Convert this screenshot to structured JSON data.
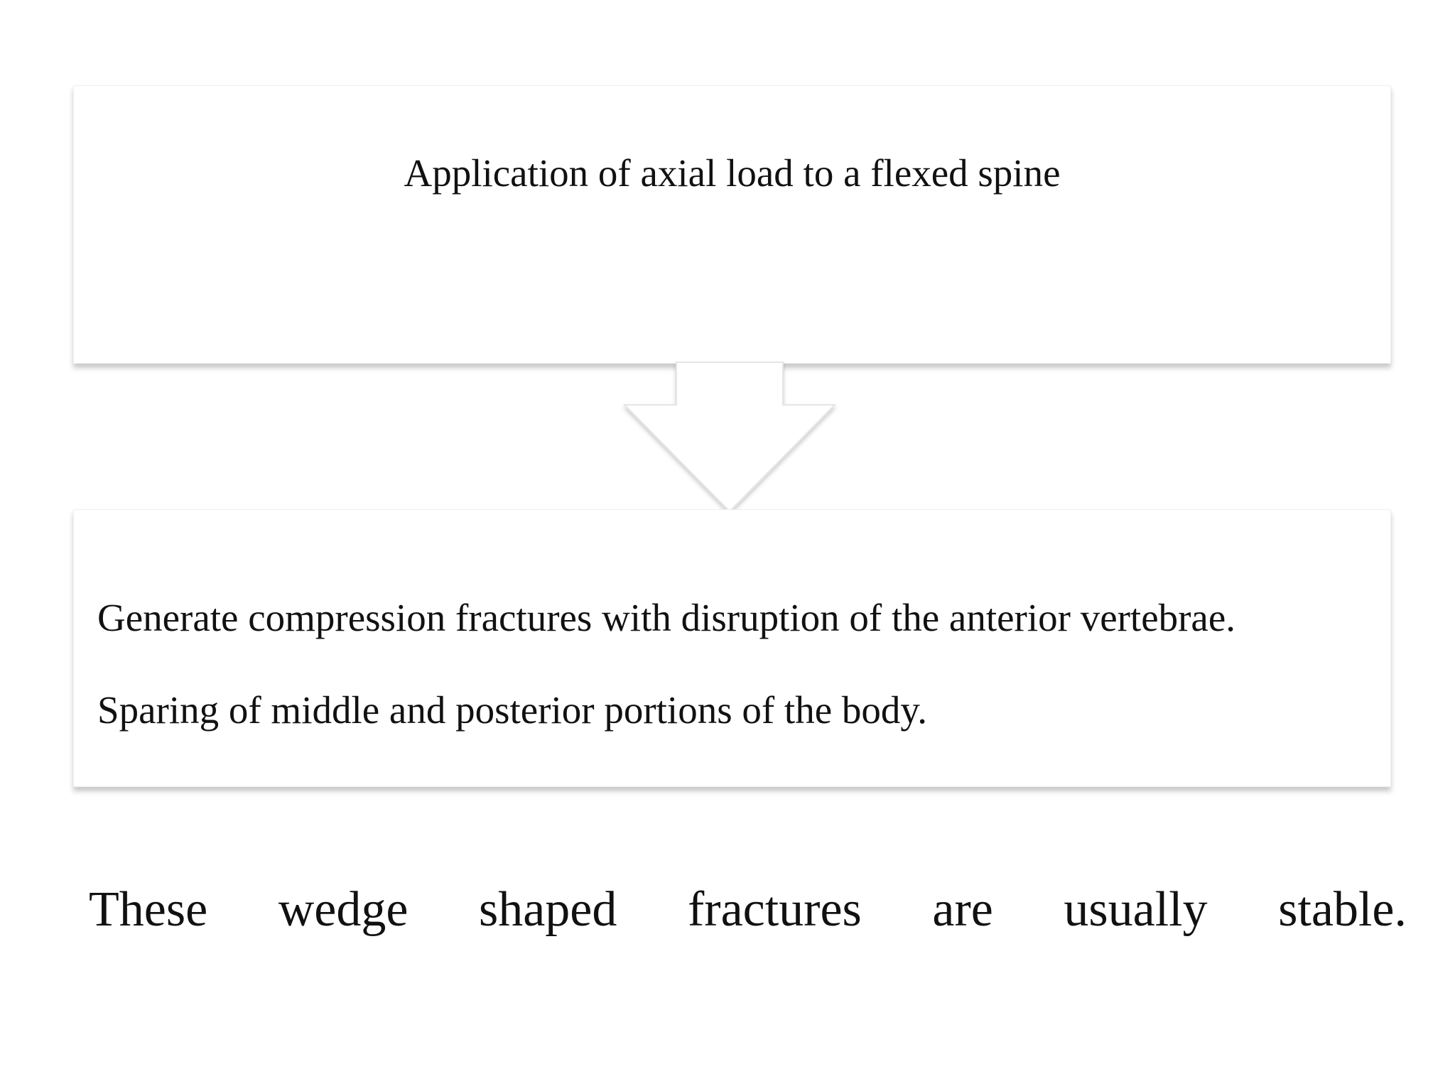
{
  "diagram": {
    "top_box": {
      "text": "Application of axial load to a flexed spine"
    },
    "bottom_box": {
      "lines": [
        "Generate compression fractures with disruption of the anterior vertebrae.",
        "Sparing of middle and posterior portions of the body."
      ]
    },
    "conclusion": {
      "words": [
        "These",
        "wedge",
        "shaped",
        "fractures",
        "are",
        "usually",
        "stable."
      ]
    },
    "colors": {
      "text": "#111111",
      "box_fill": "#ffffff",
      "shadow": "#bdbdbd"
    }
  }
}
